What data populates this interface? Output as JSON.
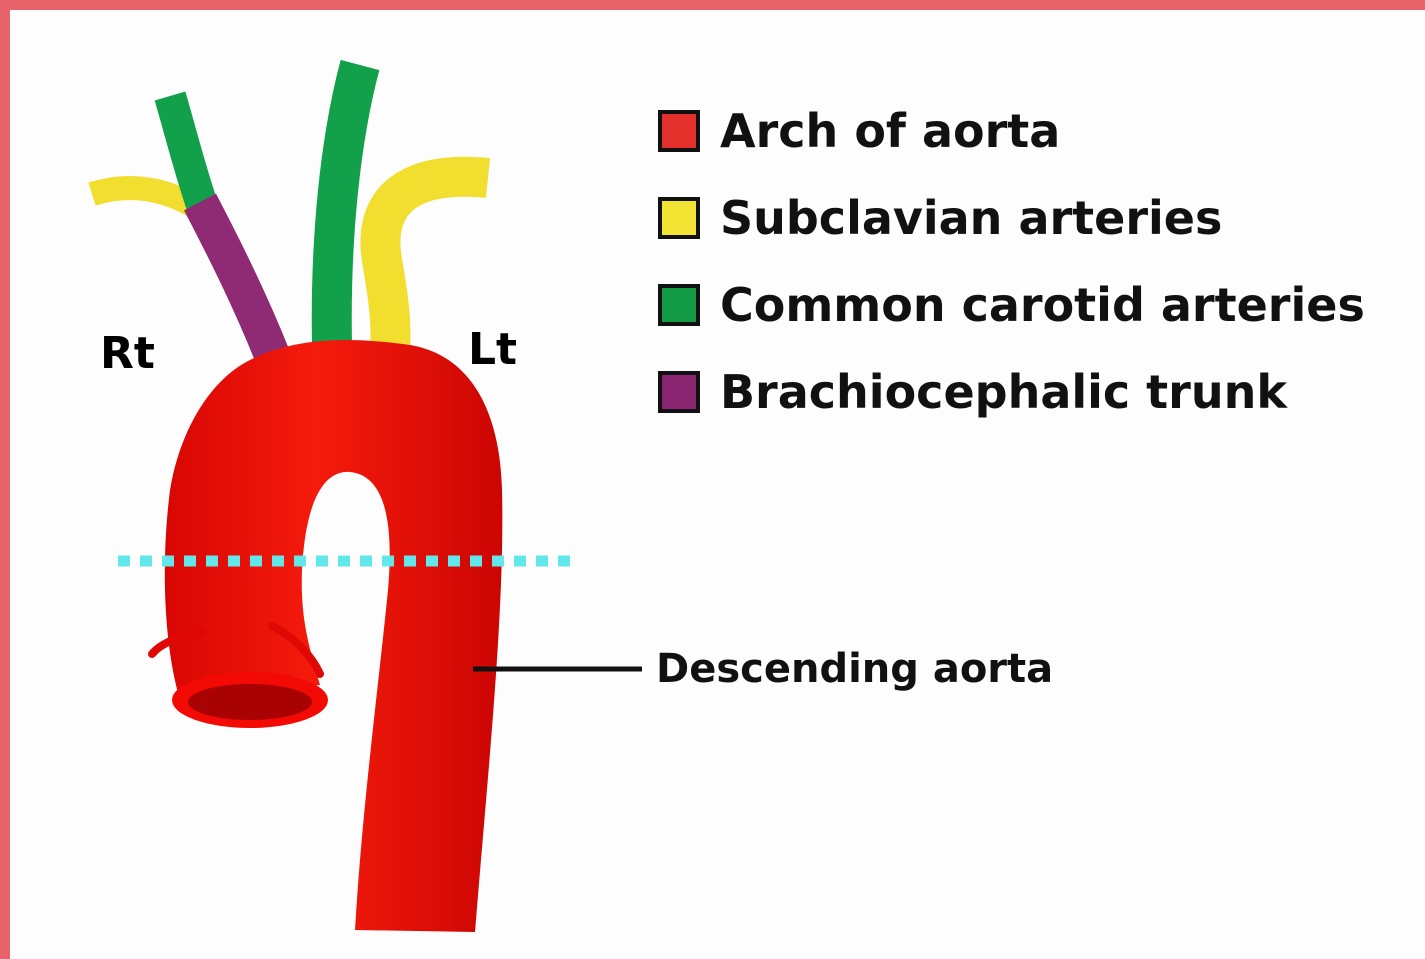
{
  "side_labels": {
    "right": "Rt",
    "left": "Lt"
  },
  "legend": [
    {
      "label": "Arch of aorta",
      "color": "#e3302b",
      "icon": "red-swatch"
    },
    {
      "label": "Subclavian arteries",
      "color": "#f3e332",
      "icon": "yellow-swatch"
    },
    {
      "label": "Common carotid arteries",
      "color": "#119a43",
      "icon": "green-swatch"
    },
    {
      "label": "Brachiocephalic trunk",
      "color": "#8a2571",
      "icon": "purple-swatch"
    }
  ],
  "callout": {
    "label": "Descending aorta"
  },
  "colors": {
    "frame": "#e8646a",
    "aorta": "#ef0a05",
    "aorta_shade": "#c40402",
    "subclavian": "#f1de2e",
    "carotid": "#12a14a",
    "brachiocephalic": "#8e2b74",
    "cut_line": "#62e7ea"
  }
}
